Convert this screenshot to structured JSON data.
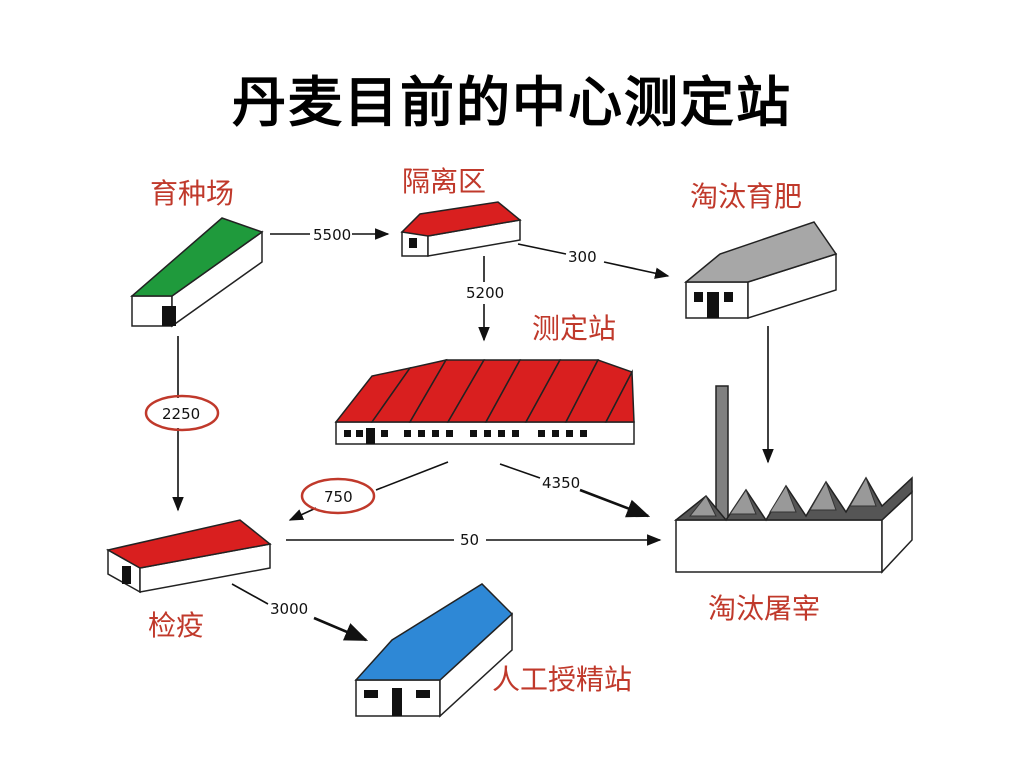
{
  "title": "丹麦目前的中心测定站",
  "labels": {
    "breeding_farm": "育种场",
    "isolation": "隔离区",
    "cull_fattening": "淘汰育肥",
    "test_station": "测定站",
    "quarantine": "检疫",
    "slaughter": "淘汰屠宰",
    "ai_station": "人工授精站"
  },
  "flows": {
    "breeding_to_isolation": "5500",
    "isolation_to_fattening": "300",
    "isolation_to_test": "5200",
    "breeding_to_quarantine": "2250",
    "test_to_quarantine": "750",
    "test_to_slaughter": "4350",
    "quarantine_to_slaughter": "50",
    "quarantine_to_ai": "3000"
  },
  "colors": {
    "green_roof": "#1f9a3c",
    "red_roof": "#d91f1f",
    "gray_roof": "#a7a7a7",
    "blue_roof": "#2e88d6",
    "label_red": "#c0392b",
    "circle": "#c0392b"
  }
}
